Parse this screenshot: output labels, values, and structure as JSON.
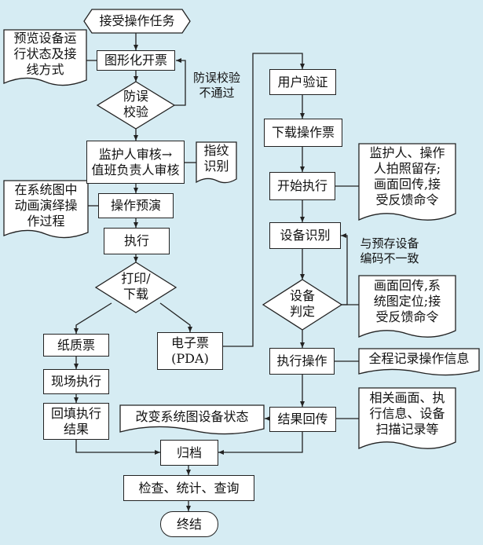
{
  "flowchart": {
    "start": "接受操作任务",
    "preview_doc": [
      "预览设备运",
      "行状态及接",
      "线方式"
    ],
    "graphic_ticket": "图形化开票",
    "prevention_check": [
      "防误",
      "校验"
    ],
    "prevention_fail_note": [
      "防误校验",
      "不通过"
    ],
    "review": [
      "监护人审核→",
      "值班负责人审核"
    ],
    "fingerprint_doc": [
      "指纹",
      "识别"
    ],
    "animation_doc": [
      "在系统图中",
      "动画演绎操",
      "作过程"
    ],
    "rehearsal": "操作预演",
    "execute": "执行",
    "print_download": [
      "打印/",
      "下载"
    ],
    "paper_ticket": "纸质票",
    "electronic_ticket": [
      "电子票",
      "(PDA)"
    ],
    "onsite_execute": "现场执行",
    "backfill_result": [
      "回填执行",
      "结果"
    ],
    "change_state_doc": "改变系统图设备状态",
    "archive": "归档",
    "query": "检查、统计、查询",
    "end": "终结",
    "user_verify": "用户验证",
    "download_ticket": "下载操作票",
    "start_execute": "开始执行",
    "photo_doc": [
      "监护人、操作",
      "人拍照留存;",
      "画面回传,接",
      "受反馈命令"
    ],
    "device_identify": "设备识别",
    "mismatch_note": [
      "与预存设备",
      "编码不一致"
    ],
    "device_judge": [
      "设备",
      "判定"
    ],
    "locate_doc": [
      "画面回传,系",
      "统图定位;接",
      "受反馈命令"
    ],
    "do_operation": "执行操作",
    "record_doc": "全程记录操作信息",
    "result_return": "结果回传",
    "info_doc": [
      "相关画面、执",
      "行信息、设备",
      "扫描记录等"
    ]
  }
}
